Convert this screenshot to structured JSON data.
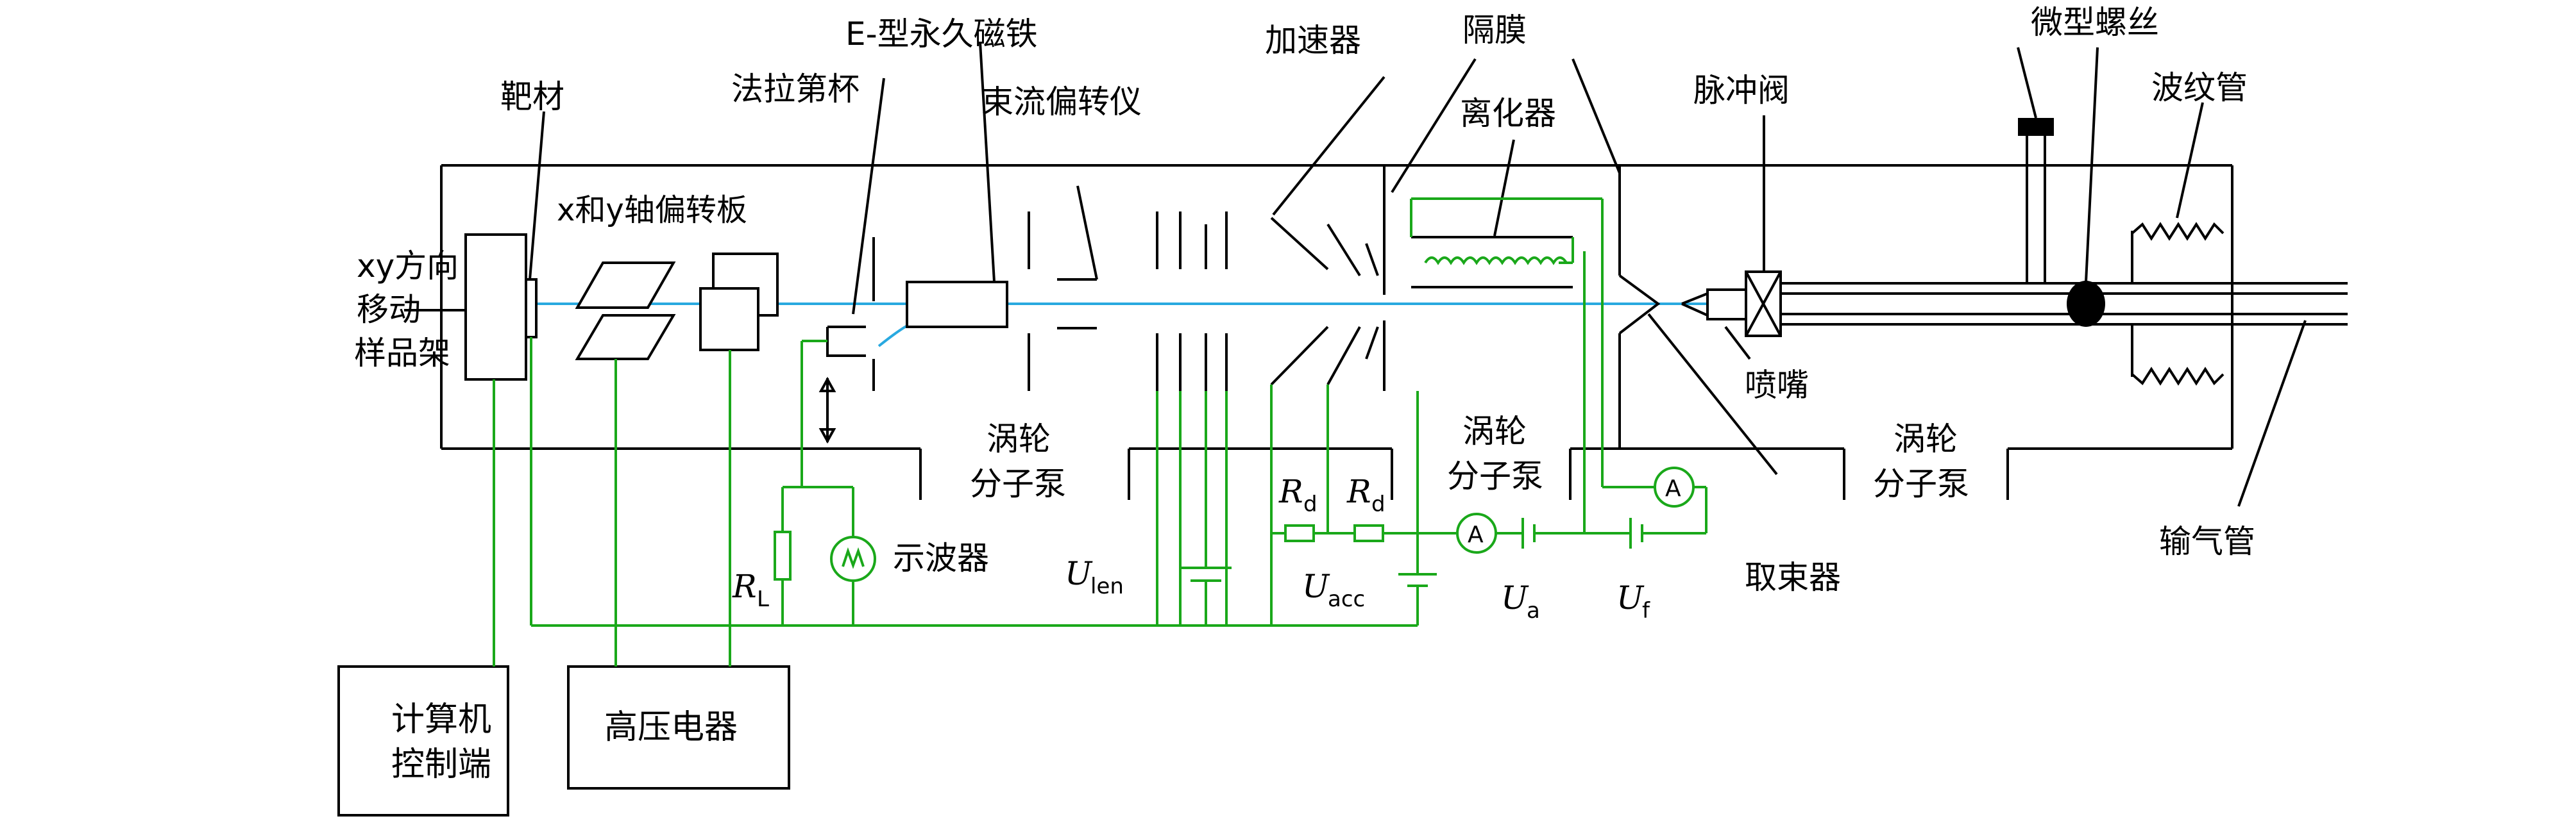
{
  "labels": {
    "stage_a": "xy方向",
    "stage_b": "移动",
    "stage_c": "样品架",
    "target": "靶材",
    "deflector_a": "x和y轴偏转板",
    "faraday": "法拉第杯",
    "magnet": "E-型永久磁铁",
    "beam_deflector": "束流偏转仪",
    "accelerator": "加速器",
    "diaphragm": "隔膜",
    "ionizer": "离化器",
    "pulse_valve": "脉冲阀",
    "micrometer": "微型螺丝",
    "bellows": "波纹管",
    "nozzle": "喷嘴",
    "skimmer": "取束器",
    "gas_line": "输气管",
    "turbo1_a": "涡轮",
    "turbo1_b": "分子泵",
    "turbo2_a": "涡轮",
    "turbo2_b": "分子泵",
    "turbo3_a": "涡轮",
    "turbo3_b": "分子泵",
    "oscilloscope": "示波器",
    "computer_a": "计算机",
    "computer_b": "控制端",
    "hv_relay": "高压电器",
    "r_load": "R",
    "r_load_sub": "L",
    "r_d1": "R",
    "r_d1_sub": "d",
    "r_d2": "R",
    "r_d2_sub": "d",
    "u_len": "U",
    "u_len_sub": "len",
    "u_acc": "U",
    "u_acc_sub": "acc",
    "u_a": "U",
    "u_a_sub": "a",
    "u_f": "U",
    "u_f_sub": "f",
    "ammeter1": "A",
    "ammeter2": "A"
  },
  "colors": {
    "wire": "#1aa81a",
    "beam": "#29a9e0",
    "line": "#000000"
  }
}
